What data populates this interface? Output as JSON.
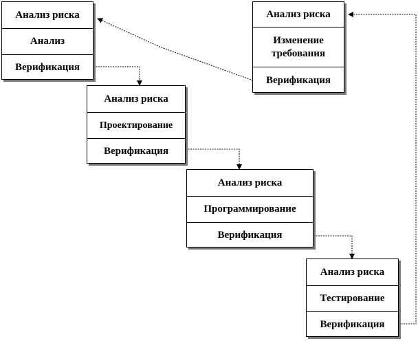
{
  "diagram": {
    "blocks": [
      {
        "risk": "Анализ риска",
        "activity": "Анализ",
        "verify": "Верификация"
      },
      {
        "risk": "Анализ риска",
        "activity": "Проектирование",
        "verify": "Верификация"
      },
      {
        "risk": "Анализ риска",
        "activity": "Программирование",
        "verify": "Верификация"
      },
      {
        "risk": "Анализ риска",
        "activity": "Тестирование",
        "verify": "Верификация"
      },
      {
        "risk": "Анализ риска",
        "activity": "Изменение требования",
        "verify": "Верификация"
      }
    ],
    "colors": {
      "line": "#000000",
      "shadow": "#7a7a7a",
      "background": "#ffffff"
    }
  }
}
